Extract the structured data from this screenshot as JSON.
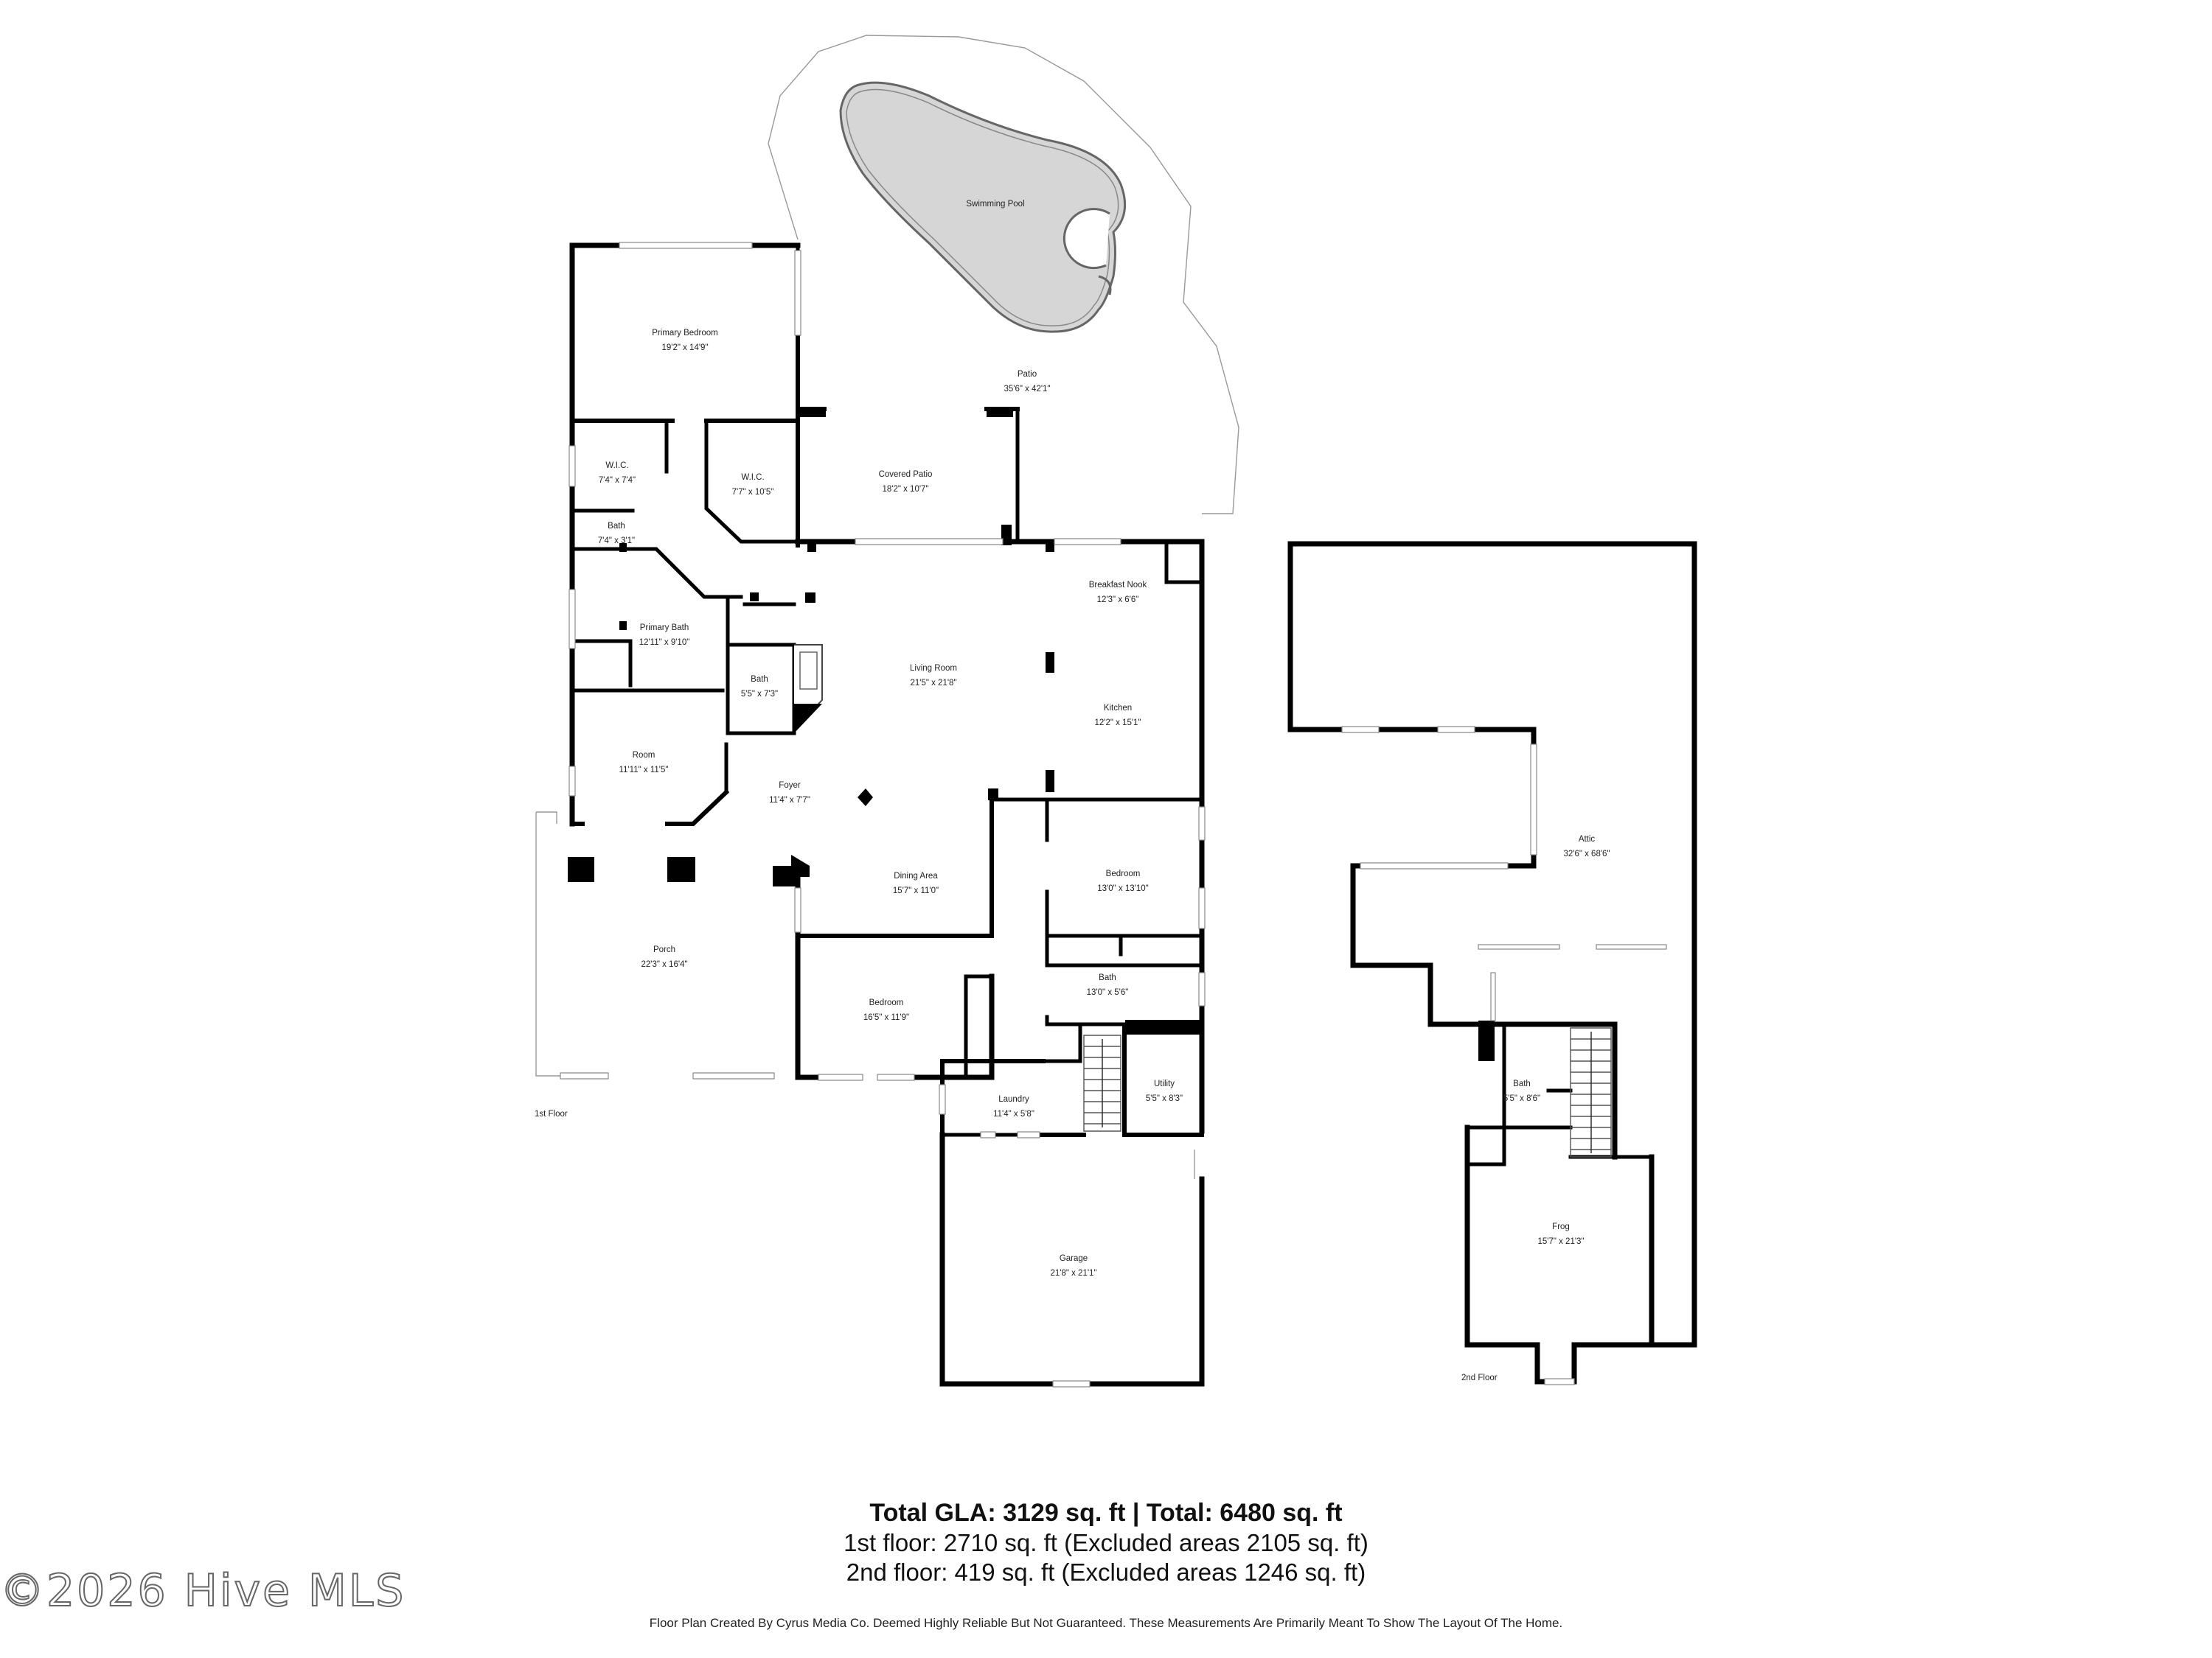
{
  "floorplan": {
    "floors": {
      "first": "1st Floor",
      "second": "2nd Floor"
    },
    "rooms": {
      "swimming_pool": {
        "name": "Swimming Pool",
        "dims": ""
      },
      "patio": {
        "name": "Patio",
        "dims": "35'6\" x 42'1\""
      },
      "primary_bedroom": {
        "name": "Primary Bedroom",
        "dims": "19'2\" x 14'9\""
      },
      "wic_1": {
        "name": "W.I.C.",
        "dims": "7'4\" x 7'4\""
      },
      "wic_2": {
        "name": "W.I.C.",
        "dims": "7'7\" x 10'5\""
      },
      "covered_patio": {
        "name": "Covered Patio",
        "dims": "18'2\" x 10'7\""
      },
      "bath_small": {
        "name": "Bath",
        "dims": "7'4\" x 3'1\""
      },
      "primary_bath": {
        "name": "Primary Bath",
        "dims": "12'11\" x 9'10\""
      },
      "bath_hall": {
        "name": "Bath",
        "dims": "5'5\" x 7'3\""
      },
      "living_room": {
        "name": "Living Room",
        "dims": "21'5\" x 21'8\""
      },
      "breakfast_nook": {
        "name": "Breakfast Nook",
        "dims": "12'3\" x 6'6\""
      },
      "kitchen": {
        "name": "Kitchen",
        "dims": "12'2\" x 15'1\""
      },
      "room": {
        "name": "Room",
        "dims": "11'11\" x 11'5\""
      },
      "foyer": {
        "name": "Foyer",
        "dims": "11'4\" x 7'7\""
      },
      "dining_area": {
        "name": "Dining Area",
        "dims": "15'7\" x 11'0\""
      },
      "bedroom_right": {
        "name": "Bedroom",
        "dims": "13'0\" x 13'10\""
      },
      "porch": {
        "name": "Porch",
        "dims": "22'3\" x 16'4\""
      },
      "bath_right": {
        "name": "Bath",
        "dims": "13'0\" x 5'6\""
      },
      "bedroom_lower": {
        "name": "Bedroom",
        "dims": "16'5\" x 11'9\""
      },
      "utility": {
        "name": "Utility",
        "dims": "5'5\" x 8'3\""
      },
      "laundry": {
        "name": "Laundry",
        "dims": "11'4\" x 5'8\""
      },
      "garage": {
        "name": "Garage",
        "dims": "21'8\" x 21'1\""
      },
      "attic": {
        "name": "Attic",
        "dims": "32'6\" x 68'6\""
      },
      "bath_2nd": {
        "name": "Bath",
        "dims": "5'5\" x 8'6\""
      },
      "frog": {
        "name": "Frog",
        "dims": "15'7\" x 21'3\""
      }
    }
  },
  "summary": {
    "total": "Total GLA: 3129 sq. ft | Total: 6480 sq. ft",
    "first_floor": "1st floor: 2710 sq. ft (Excluded areas 2105 sq. ft)",
    "second_floor": "2nd floor: 419 sq. ft (Excluded areas 1246 sq. ft)"
  },
  "disclaimer": "Floor Plan Created By Cyrus Media Co. Deemed Highly Reliable But Not Guaranteed. These Measurements Are Primarily Meant To Show The Layout Of The Home.",
  "watermark": "©2026 Hive MLS"
}
